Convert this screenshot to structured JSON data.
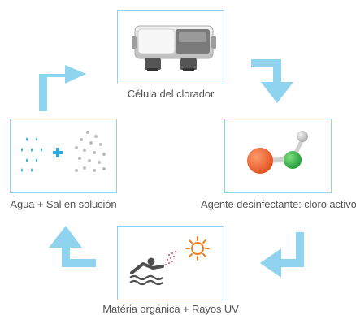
{
  "diagram": {
    "title": "",
    "colors": {
      "border": "#8fd3ef",
      "arrow": "#8fd3ef",
      "label": "#555555",
      "accent_plus": "#29a9e0",
      "oxygen_red": "#ef6a3a",
      "chlorine_green": "#39b54a",
      "hydrogen_gray": "#c8c8c8",
      "sun_orange": "#f47c20",
      "swimmer_gray": "#4d4d4d",
      "uv_red": "#d94a5a"
    },
    "steps": [
      {
        "id": "cell",
        "label": "Célula del clorador",
        "icon": "chlorinator-cell-icon"
      },
      {
        "id": "agent",
        "label": "Agente desinfectante: cloro activo",
        "icon": "hocl-molecule-icon"
      },
      {
        "id": "matter",
        "label": "Matéria orgánica + Rayos UV",
        "icon": "swimmer-sun-icon"
      },
      {
        "id": "water",
        "label": "Agua + Sal en solución",
        "icon": "water-salt-icon"
      }
    ],
    "cycle_arrows": [
      {
        "from": "cell",
        "to": "agent",
        "icon": "arrow-down-icon"
      },
      {
        "from": "agent",
        "to": "matter",
        "icon": "arrow-left-icon"
      },
      {
        "from": "matter",
        "to": "water",
        "icon": "arrow-up-icon"
      },
      {
        "from": "water",
        "to": "cell",
        "icon": "arrow-right-icon"
      }
    ]
  }
}
